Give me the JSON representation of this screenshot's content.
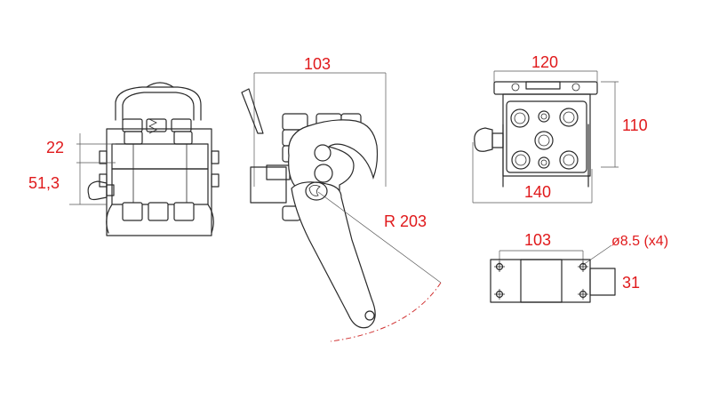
{
  "dimensions": {
    "side_height_top": "22",
    "side_height_total": "51,3",
    "hook_width": "103",
    "hook_radius": "R 203",
    "front_width_top": "120",
    "front_height": "110",
    "front_width_bottom": "140",
    "base_width": "103",
    "hole_spec": "ø8.5  (x4)",
    "base_height": "31"
  },
  "colors": {
    "dimension_text": "#e0191b",
    "line": "#2a2a2a",
    "radius_arc": "#d03030"
  }
}
